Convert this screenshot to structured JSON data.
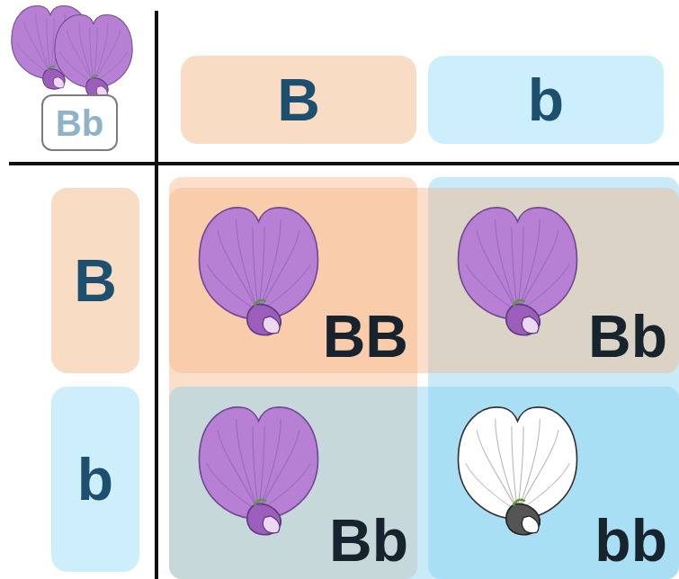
{
  "diagram": {
    "nodes": [
      {
        "text": [
          "Bb"
        ]
      },
      {
        "text": [
          "B"
        ]
      },
      {
        "text": [
          "b"
        ]
      },
      {
        "text": [
          "B"
        ]
      },
      {
        "text": [
          "BB"
        ]
      },
      {
        "text": [
          "Bb"
        ]
      },
      {
        "text": [
          "b"
        ]
      },
      {
        "text": [
          "Bb"
        ]
      },
      {
        "text": [
          "bb"
        ]
      }
    ]
  }
}
